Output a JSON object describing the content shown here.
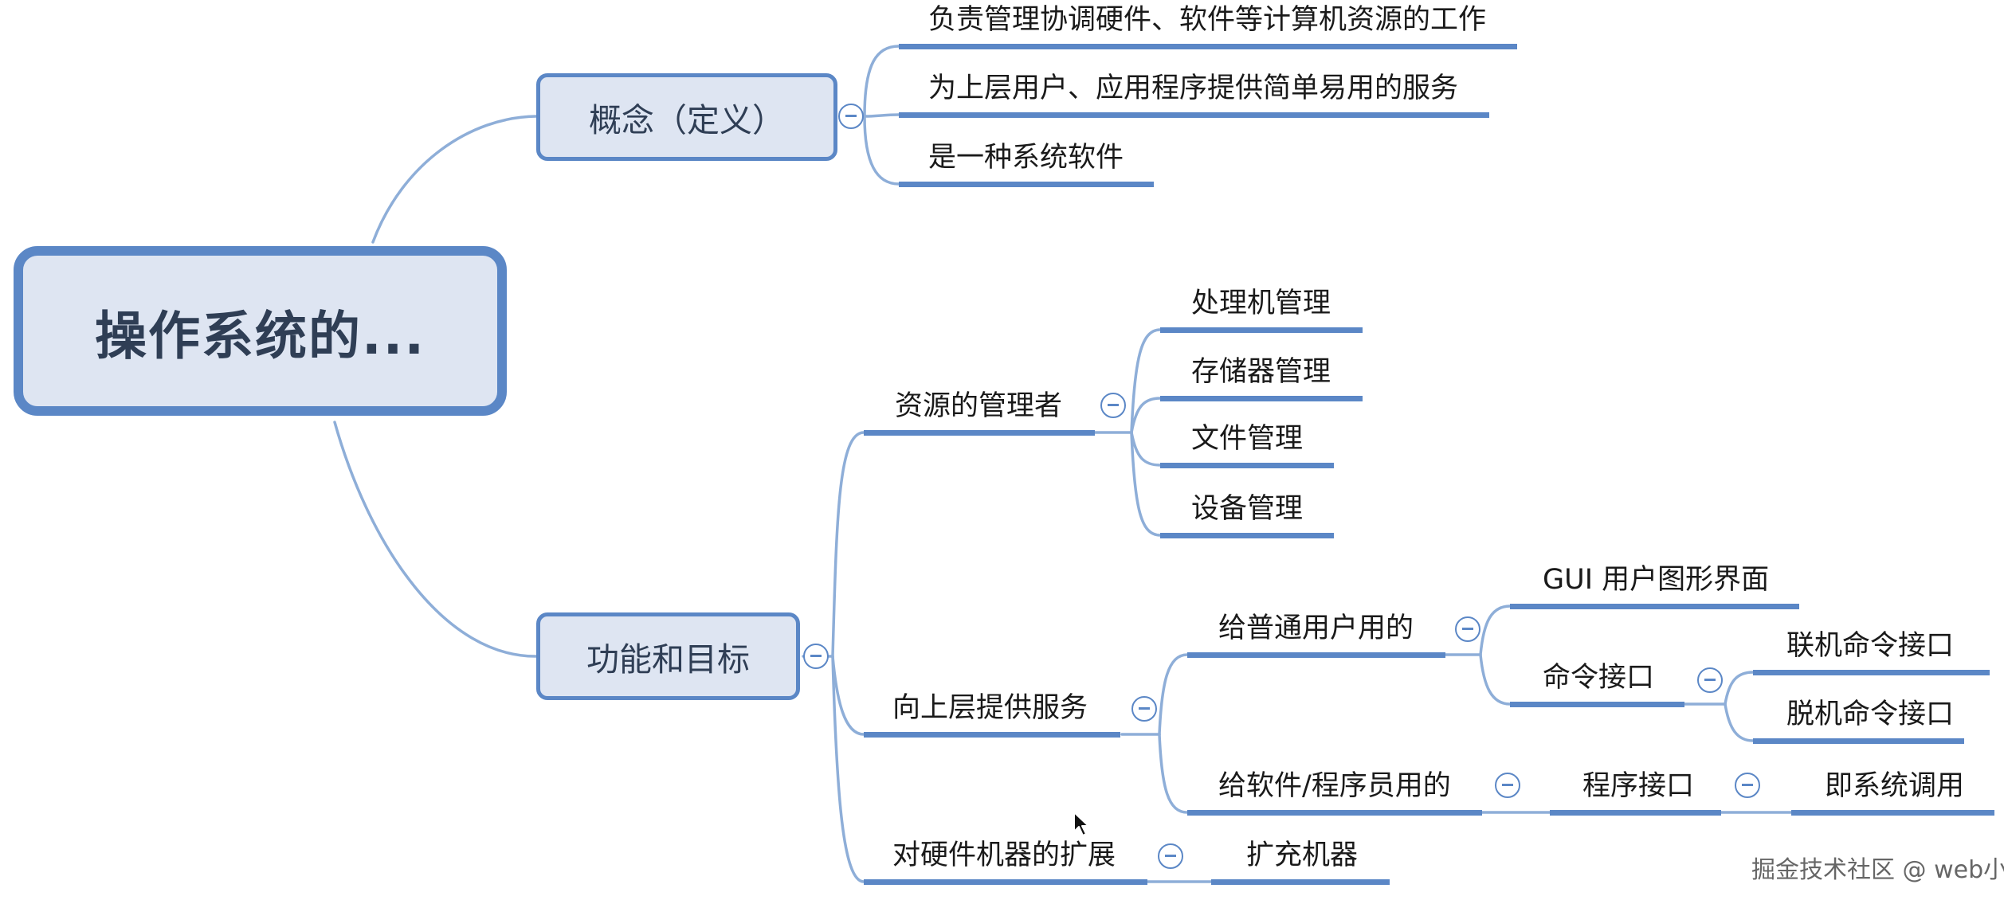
{
  "root": "操作系统的...",
  "concept": {
    "label": "概念（定义）",
    "items": [
      "负责管理协调硬件、软件等计算机资源的工作",
      "为上层用户、应用程序提供简单易用的服务",
      "是一种系统软件"
    ]
  },
  "function": {
    "label": "功能和目标",
    "resource_manager": {
      "label": "资源的管理者",
      "items": [
        "处理机管理",
        "存储器管理",
        "文件管理",
        "设备管理"
      ]
    },
    "services": {
      "label": "向上层提供服务",
      "ordinary_user": {
        "label": "给普通用户用的",
        "gui": "GUI 用户图形界面",
        "command": {
          "label": "命令接口",
          "items": [
            "联机命令接口",
            "脱机命令接口"
          ]
        }
      },
      "programmer": {
        "label": "给软件/程序员用的",
        "program_interface": "程序接口",
        "syscall": "即系统调用"
      }
    },
    "extension": {
      "label": "对硬件机器的扩展",
      "item": "扩充机器"
    }
  },
  "watermark": "掘金技术社区 @ web小张",
  "colors": {
    "line": "#5b87c6",
    "box_fill": "#dee5f2",
    "box_text": "#2f3e55"
  }
}
